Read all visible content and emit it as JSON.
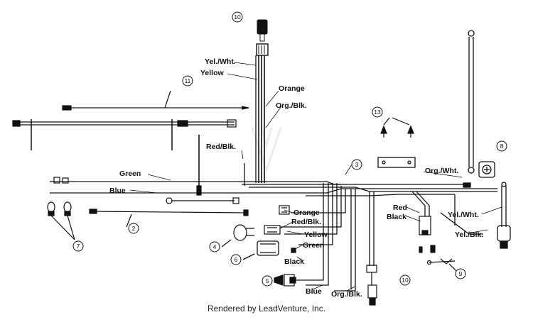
{
  "wire_labels": {
    "yel_wht_top": "Yel./Wht.",
    "yellow_top": "Yellow",
    "orange_top": "Orange",
    "org_blk_top": "Org./Blk.",
    "red_blk_top": "Red/Blk.",
    "green_left": "Green",
    "blue_left": "Blue",
    "org_wht_right": "Org./Wht.",
    "red_right": "Red",
    "black_right": "Black",
    "yel_wht_right": "Yel./Wht.",
    "yel_blk_right": "Yel./Blk.",
    "orange_mid": "Orange",
    "red_blk_mid": "Red/Blk.",
    "yellow_mid": "Yellow",
    "green_mid": "Green",
    "black_mid": "Black",
    "blue_bottom": "Blue",
    "org_blk_bottom": "Org./Blk."
  },
  "callouts": {
    "c10_top": "10",
    "c11": "11",
    "c13": "13",
    "c3": "3",
    "c8": "8",
    "c2": "2",
    "c7": "7",
    "c4": "4",
    "c6": "6",
    "c5": "5",
    "c10_bottom": "10",
    "c9": "9"
  },
  "footer": "Rendered by LeadVenture, Inc."
}
